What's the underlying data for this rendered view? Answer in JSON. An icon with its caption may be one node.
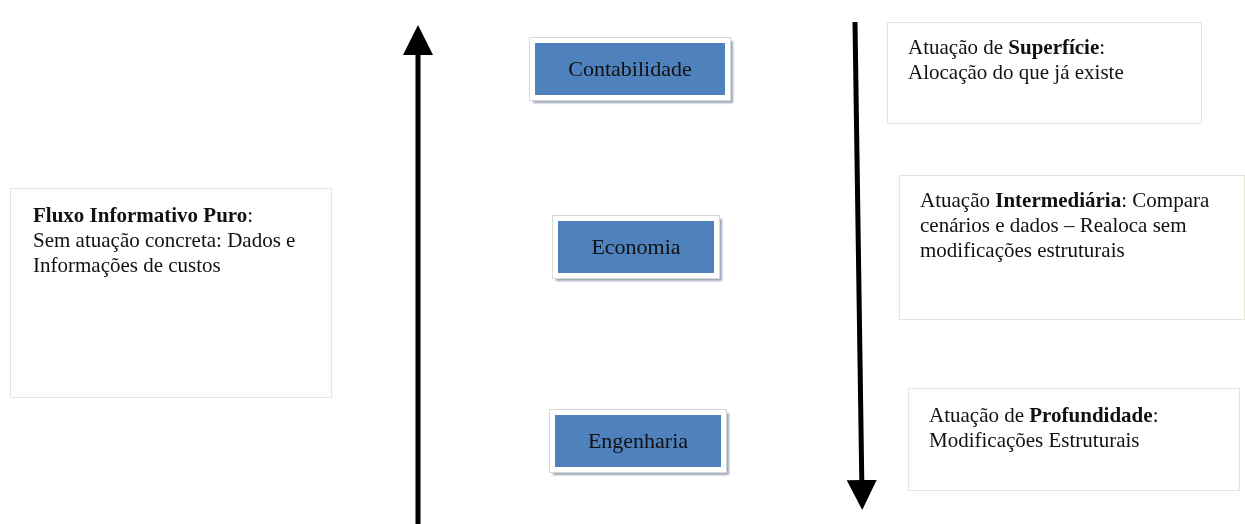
{
  "diagram": {
    "nodes": [
      {
        "text": [
          "Contabilidade"
        ]
      },
      {
        "text": [
          "Atuação de **Superfície**: Alocação do que já existe"
        ]
      },
      {
        "text": [
          "**Fluxo Informativo Puro**:",
          "Sem atuação concreta: Dados e Informações de custos"
        ]
      },
      {
        "text": [
          "Economia"
        ]
      },
      {
        "text": [
          "Atuação **Intermediária**: Compara cenários e dados – Realoca sem  modificações estruturais"
        ]
      },
      {
        "text": [
          "Engenharia"
        ]
      },
      {
        "text": [
          "Atuação de **Profundidade**: Modificações Estruturais"
        ]
      }
    ]
  }
}
